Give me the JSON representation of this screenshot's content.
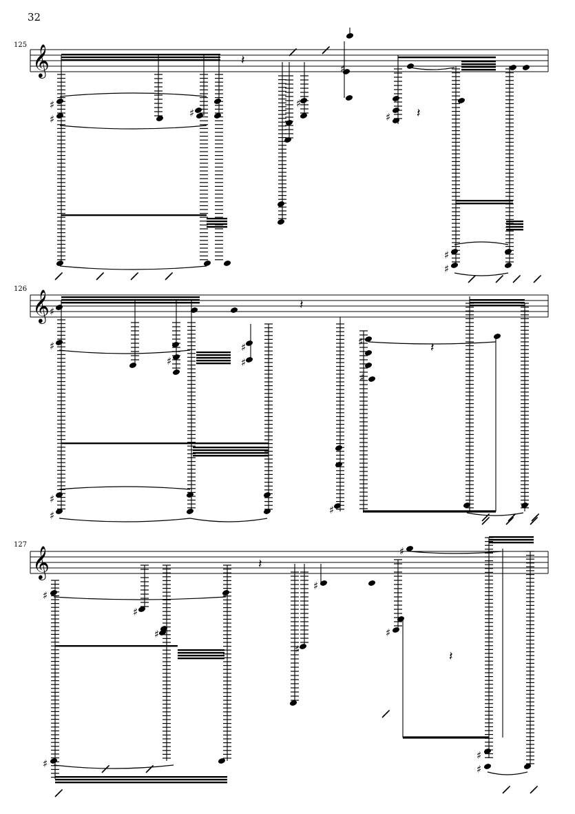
{
  "page": {
    "number": "32"
  },
  "systems": [
    {
      "measure": "125",
      "clef": "treble"
    },
    {
      "measure": "126",
      "clef": "treble"
    },
    {
      "measure": "127",
      "clef": "treble"
    }
  ],
  "colors": {
    "ink": "#000000",
    "paper": "#ffffff"
  },
  "glyphs": {
    "sharp": "♯",
    "natural": "♮",
    "rest": "𝄽",
    "clef": "𝄞"
  }
}
